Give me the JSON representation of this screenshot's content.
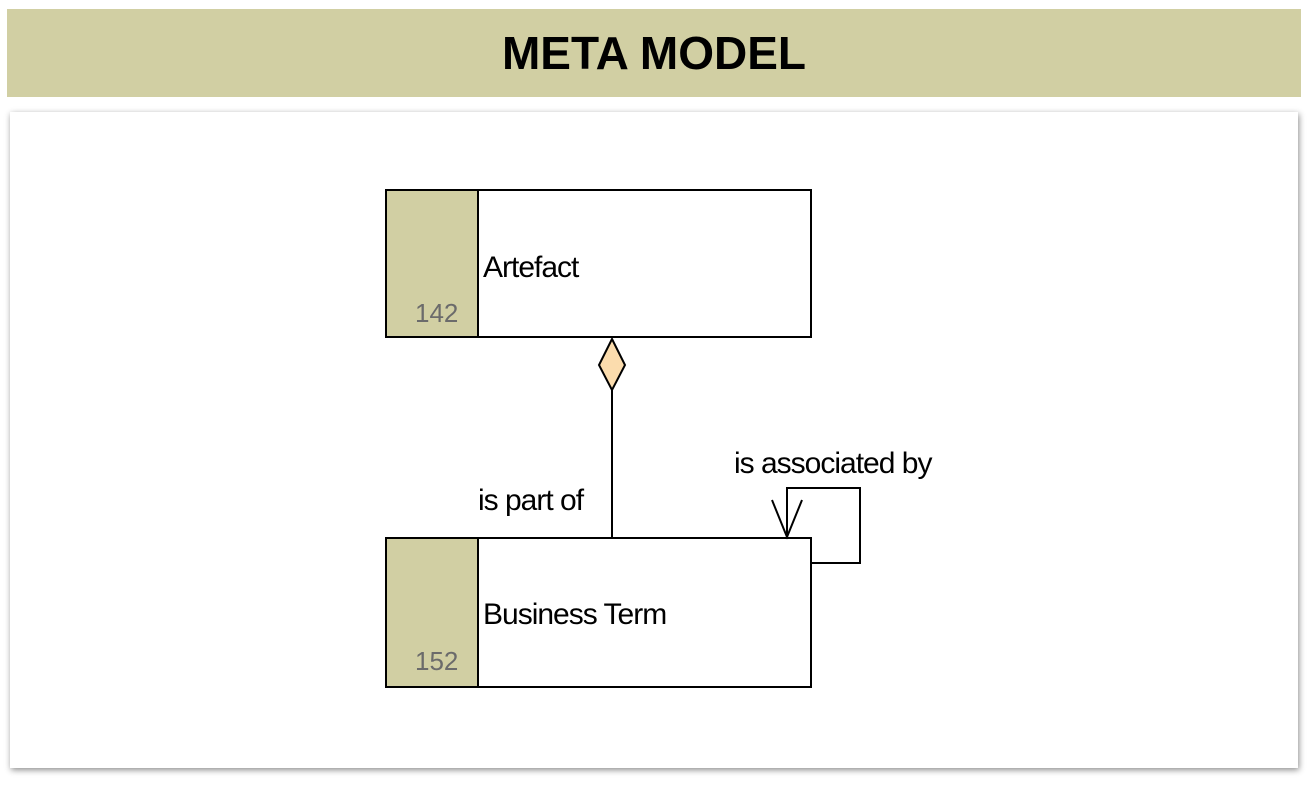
{
  "header": {
    "title": "META MODEL"
  },
  "colors": {
    "header_bg": "#d1cfa3",
    "entity_tab": "#d1cfa3",
    "diamond_fill": "#fbdcad"
  },
  "entities": {
    "artefact": {
      "name": "Artefact",
      "id": "142"
    },
    "business_term": {
      "name": "Business Term",
      "id": "152"
    }
  },
  "relationships": {
    "part_of": {
      "label": "is part of",
      "marker": "aggregation-diamond"
    },
    "associated_by": {
      "label": "is associated by",
      "marker": "open-arrow"
    }
  }
}
